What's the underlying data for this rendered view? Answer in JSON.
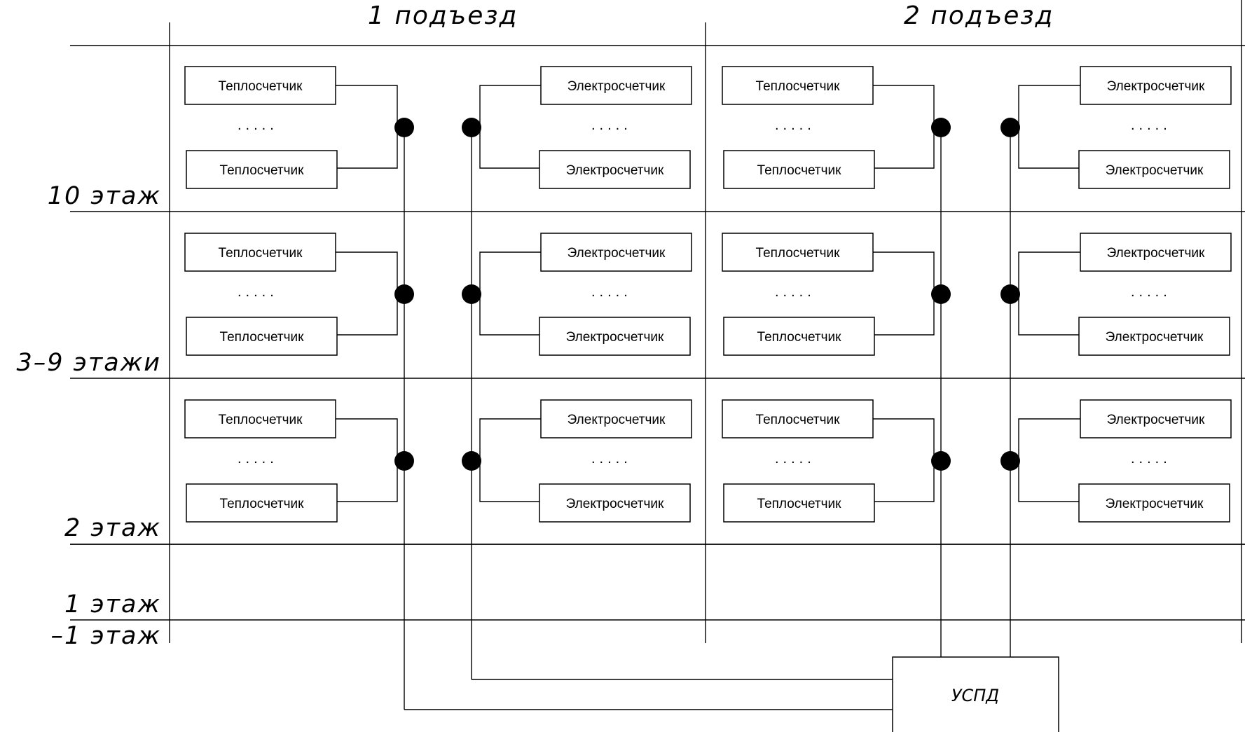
{
  "entrances": [
    "1  подъезд",
    "2  подъезд"
  ],
  "floors": [
    "10  этаж",
    "3–9  этажи",
    "2  этаж",
    "1  этаж",
    "–1  этаж"
  ],
  "meters": {
    "heat": "Теплосчетчик",
    "electric": "Электросчетчик",
    "ellipsis": "....."
  },
  "controller": "УСПД"
}
